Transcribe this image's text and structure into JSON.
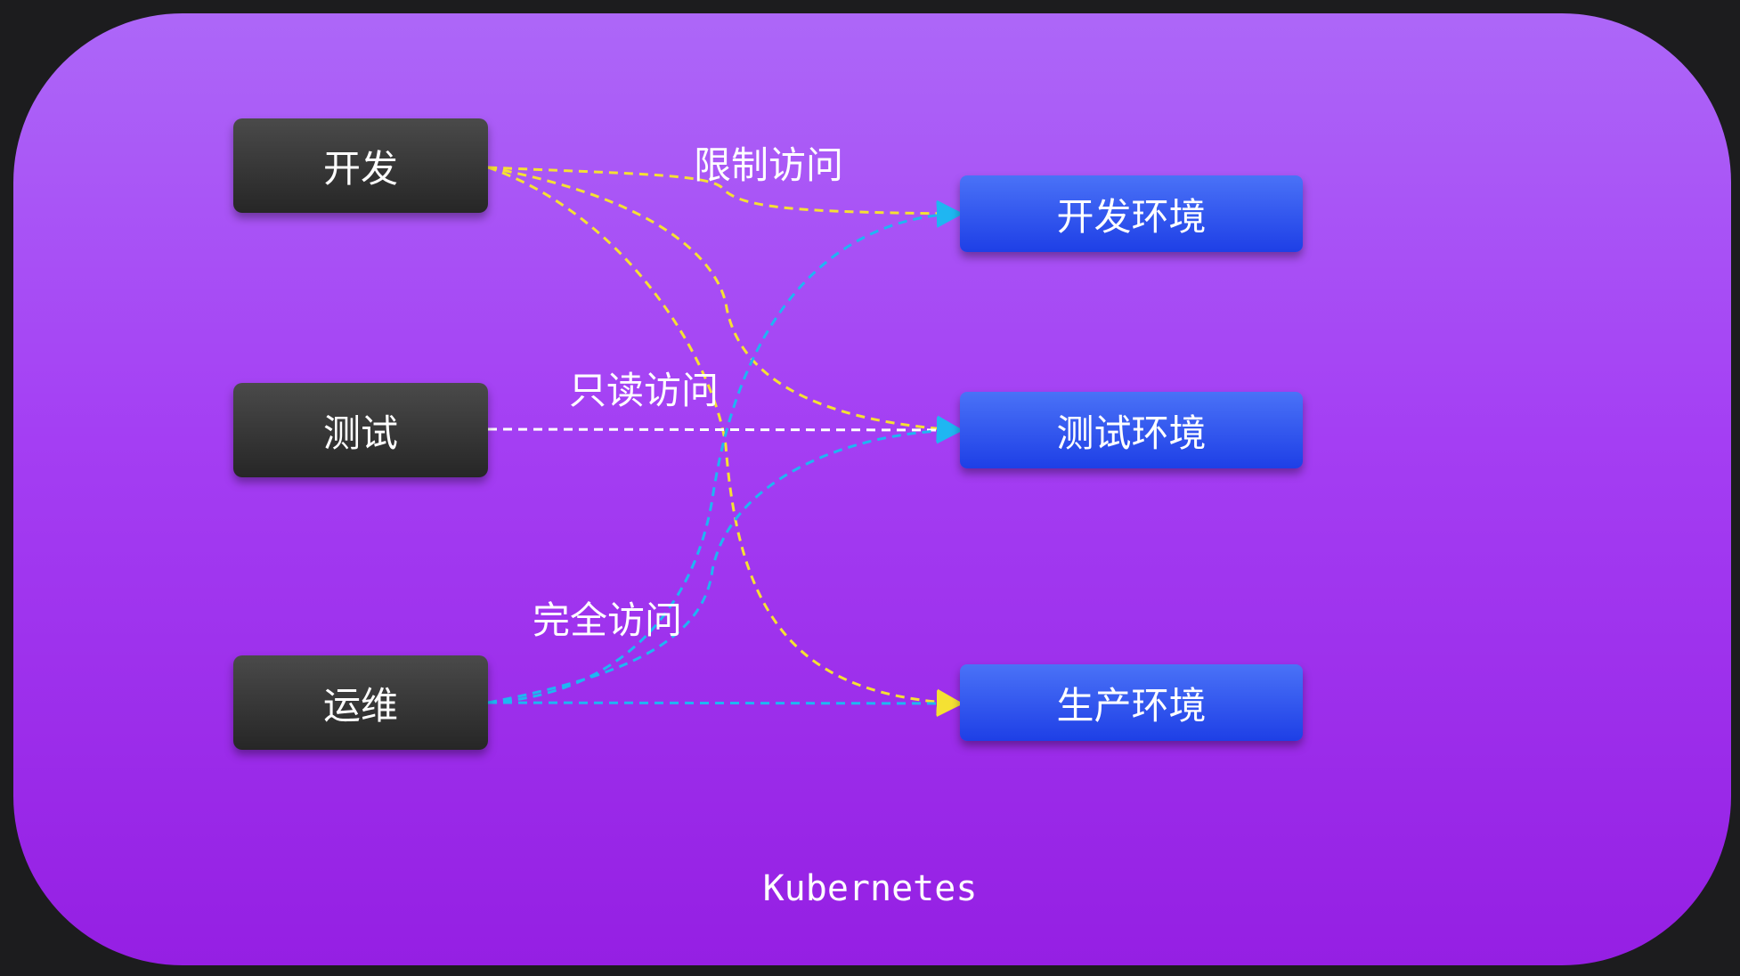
{
  "roles": [
    {
      "label": "开发"
    },
    {
      "label": "测试"
    },
    {
      "label": "运维"
    }
  ],
  "environments": [
    {
      "label": "开发环境"
    },
    {
      "label": "测试环境"
    },
    {
      "label": "生产环境"
    }
  ],
  "access_labels": {
    "restricted": "限制访问",
    "readonly": "只读访问",
    "full": "完全访问"
  },
  "footer": "Kubernetes",
  "colors": {
    "dev_link": "#f5e133",
    "test_link": "#ffffff",
    "ops_link": "#1fb6f2"
  }
}
